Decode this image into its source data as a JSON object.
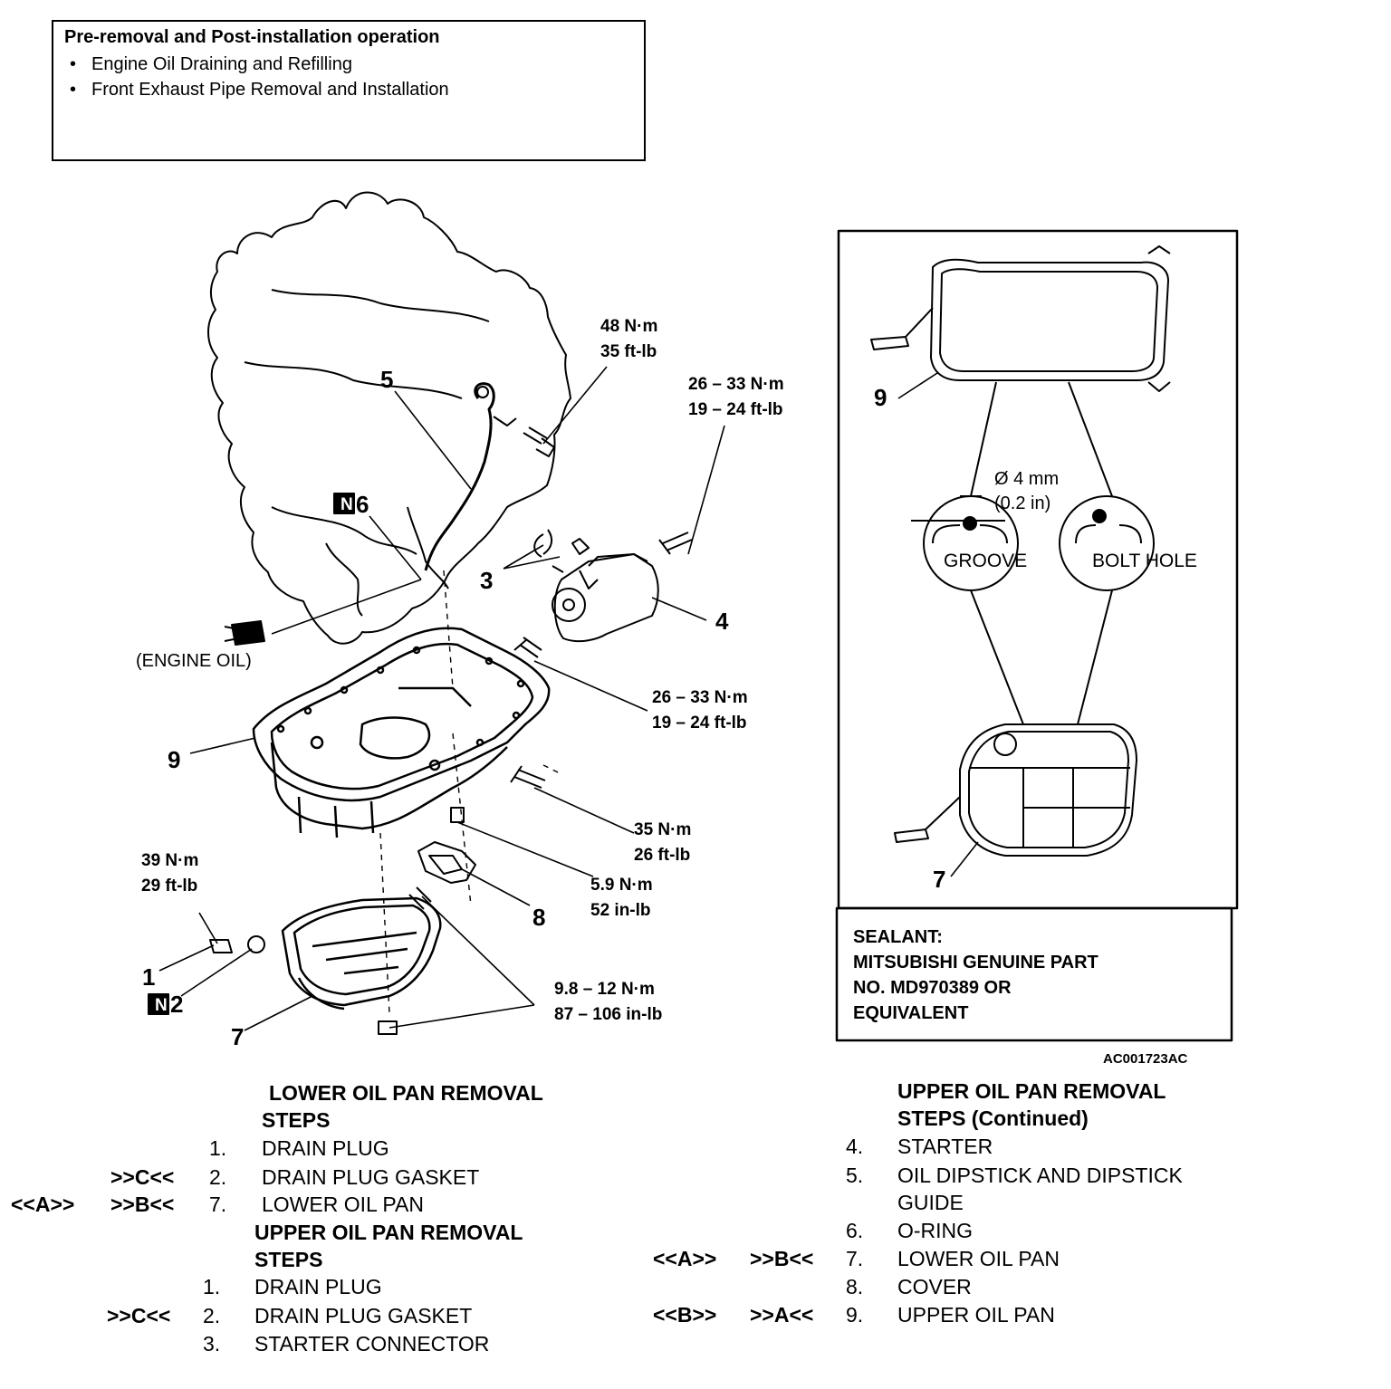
{
  "pre_op": {
    "title": "Pre-removal and Post-installation operation",
    "items": [
      "Engine Oil Draining and Refilling",
      "Front Exhaust Pipe Removal and Installation"
    ]
  },
  "callouts": {
    "c1": "1",
    "c2": "2",
    "c3": "3",
    "c4": "4",
    "c5": "5",
    "c6": "6",
    "c7": "7",
    "c8": "8",
    "c9": "9",
    "n_badge": "N",
    "inset_c9": "9",
    "inset_c7": "7"
  },
  "torques": {
    "t48": [
      "48 N·m",
      "35 ft-lb"
    ],
    "t26a": [
      "26 – 33 N·m",
      "19 – 24 ft-lb"
    ],
    "t26b": [
      "26 – 33 N·m",
      "19 – 24 ft-lb"
    ],
    "t35": [
      "35 N·m",
      "26 ft-lb"
    ],
    "t59": [
      "5.9 N·m",
      "52 in-lb"
    ],
    "t39": [
      "39 N·m",
      "29 ft-lb"
    ],
    "t98": [
      "9.8 – 12 N·m",
      "87 – 106 in-lb"
    ]
  },
  "engine_oil_label": "(ENGINE OIL)",
  "inset": {
    "dim_mm": "Ø 4 mm",
    "dim_in": "(0.2 in)",
    "groove": "GROOVE",
    "bolt_hole": "BOLT HOLE",
    "sealant": [
      "SEALANT:",
      "MITSUBISHI GENUINE PART",
      "NO. MD970389 OR",
      "EQUIVALENT"
    ]
  },
  "figure_code": "AC001723AC",
  "lower_steps": {
    "title_1": "LOWER OIL PAN REMOVAL",
    "title_2": "STEPS",
    "rows": [
      {
        "a": "",
        "b": "",
        "n": "1.",
        "label": "DRAIN PLUG"
      },
      {
        "a": "",
        "b": ">>C<<",
        "n": "2.",
        "label": "DRAIN PLUG GASKET"
      },
      {
        "a": "<<A>>",
        "b": ">>B<<",
        "n": "7.",
        "label": "LOWER OIL PAN"
      }
    ]
  },
  "upper_steps": {
    "title_1": "UPPER OIL PAN REMOVAL",
    "title_2": "STEPS",
    "rows": [
      {
        "a": "",
        "b": "",
        "n": "1.",
        "label": "DRAIN PLUG"
      },
      {
        "a": "",
        "b": ">>C<<",
        "n": "2.",
        "label": "DRAIN PLUG GASKET"
      },
      {
        "a": "",
        "b": "",
        "n": "3.",
        "label": "STARTER CONNECTOR"
      }
    ]
  },
  "upper_steps_cont": {
    "title_1": "UPPER OIL PAN REMOVAL",
    "title_2": "STEPS (Continued)",
    "rows": [
      {
        "a": "",
        "b": "",
        "n": "4.",
        "label": "STARTER"
      },
      {
        "a": "",
        "b": "",
        "n": "5.",
        "label": "OIL DIPSTICK AND DIPSTICK"
      },
      {
        "a": "",
        "b": "",
        "n": "",
        "label": "GUIDE"
      },
      {
        "a": "",
        "b": "",
        "n": "6.",
        "label": "O-RING"
      },
      {
        "a": "<<A>>",
        "b": ">>B<<",
        "n": "7.",
        "label": "LOWER OIL PAN"
      },
      {
        "a": "",
        "b": "",
        "n": "8.",
        "label": "COVER"
      },
      {
        "a": "<<B>>",
        "b": ">>A<<",
        "n": "9.",
        "label": "UPPER OIL PAN"
      }
    ]
  }
}
